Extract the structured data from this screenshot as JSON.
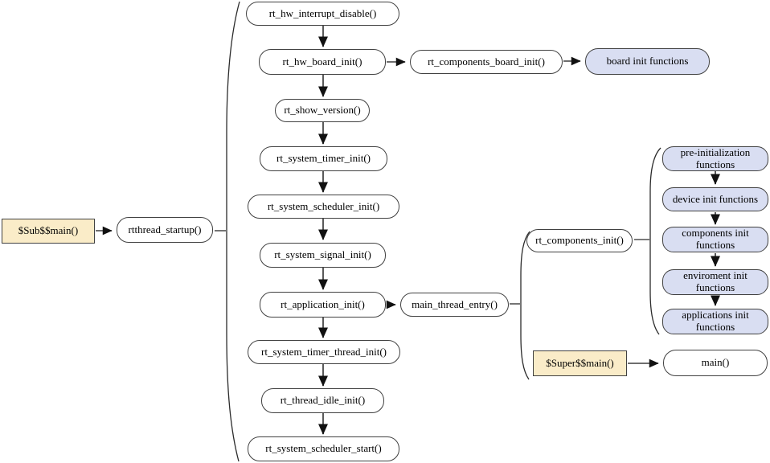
{
  "diagram": {
    "type": "flowchart",
    "description": "RT-Thread startup sequence flow"
  },
  "nodes": {
    "sub_main": "$Sub$$main()",
    "rtthread_startup": "rtthread_startup()",
    "rt_hw_interrupt_disable": "rt_hw_interrupt_disable()",
    "rt_hw_board_init": "rt_hw_board_init()",
    "rt_components_board_init": "rt_components_board_init()",
    "board_init_functions": "board init functions",
    "rt_show_version": "rt_show_version()",
    "rt_system_timer_init": "rt_system_timer_init()",
    "rt_system_scheduler_init": "rt_system_scheduler_init()",
    "rt_system_signal_init": "rt_system_signal_init()",
    "rt_application_init": "rt_application_init()",
    "main_thread_entry": "main_thread_entry()",
    "rt_components_init": "rt_components_init()",
    "pre_initialization_functions": "pre-initialization functions",
    "device_init_functions": "device init functions",
    "components_init_functions": "components init functions",
    "enviroment_init_functions": "enviroment init functions",
    "applications_init_functions": "applications init functions",
    "rt_system_timer_thread_init": "rt_system_timer_thread_init()",
    "rt_thread_idle_init": "rt_thread_idle_init()",
    "rt_system_scheduler_start": "rt_system_scheduler_start()",
    "super_main": "$Super$$main()",
    "main": "main()"
  },
  "edges": [
    {
      "from": "sub_main",
      "to": "rtthread_startup",
      "type": "arrow"
    },
    {
      "from": "rtthread_startup",
      "to": "startup-brace",
      "type": "dash"
    },
    {
      "from": "rt_hw_interrupt_disable",
      "to": "rt_hw_board_init",
      "type": "arrow"
    },
    {
      "from": "rt_hw_board_init",
      "to": "rt_components_board_init",
      "type": "arrow"
    },
    {
      "from": "rt_components_board_init",
      "to": "board_init_functions",
      "type": "arrow"
    },
    {
      "from": "rt_hw_board_init",
      "to": "rt_show_version",
      "type": "arrow"
    },
    {
      "from": "rt_show_version",
      "to": "rt_system_timer_init",
      "type": "arrow"
    },
    {
      "from": "rt_system_timer_init",
      "to": "rt_system_scheduler_init",
      "type": "arrow"
    },
    {
      "from": "rt_system_scheduler_init",
      "to": "rt_system_signal_init",
      "type": "arrow"
    },
    {
      "from": "rt_system_signal_init",
      "to": "rt_application_init",
      "type": "arrow"
    },
    {
      "from": "rt_application_init",
      "to": "main_thread_entry",
      "type": "arrow"
    },
    {
      "from": "main_thread_entry",
      "to": "entry-brace",
      "type": "dash"
    },
    {
      "from": "rt_components_init",
      "to": "components-brace",
      "type": "dash"
    },
    {
      "from": "pre_initialization_functions",
      "to": "device_init_functions",
      "type": "arrow"
    },
    {
      "from": "device_init_functions",
      "to": "components_init_functions",
      "type": "arrow"
    },
    {
      "from": "components_init_functions",
      "to": "enviroment_init_functions",
      "type": "arrow"
    },
    {
      "from": "enviroment_init_functions",
      "to": "applications_init_functions",
      "type": "arrow"
    },
    {
      "from": "rt_application_init",
      "to": "rt_system_timer_thread_init",
      "type": "arrow"
    },
    {
      "from": "rt_system_timer_thread_init",
      "to": "rt_thread_idle_init",
      "type": "arrow"
    },
    {
      "from": "rt_thread_idle_init",
      "to": "rt_system_scheduler_start",
      "type": "arrow"
    },
    {
      "from": "super_main",
      "to": "main",
      "type": "arrow"
    }
  ],
  "braces": [
    {
      "name": "startup-brace",
      "groups": [
        "rt_hw_interrupt_disable",
        "rt_hw_board_init",
        "rt_show_version",
        "rt_system_timer_init",
        "rt_system_scheduler_init",
        "rt_system_signal_init",
        "rt_application_init",
        "rt_system_timer_thread_init",
        "rt_thread_idle_init",
        "rt_system_scheduler_start"
      ]
    },
    {
      "name": "entry-brace",
      "groups": [
        "rt_components_init",
        "super_main"
      ]
    },
    {
      "name": "components-brace",
      "groups": [
        "pre_initialization_functions",
        "device_init_functions",
        "components_init_functions",
        "enviroment_init_functions",
        "applications_init_functions"
      ]
    }
  ],
  "colors": {
    "node_fill_white": "#ffffff",
    "node_fill_blue": "#d9def2",
    "node_fill_tan": "#faecc8",
    "node_border": "#414141",
    "edge_stroke": "#5a5a5a",
    "arrowhead": "#111111",
    "brace_stroke": "#2b2b2b",
    "text": "#000000",
    "background": "#ffffff"
  }
}
